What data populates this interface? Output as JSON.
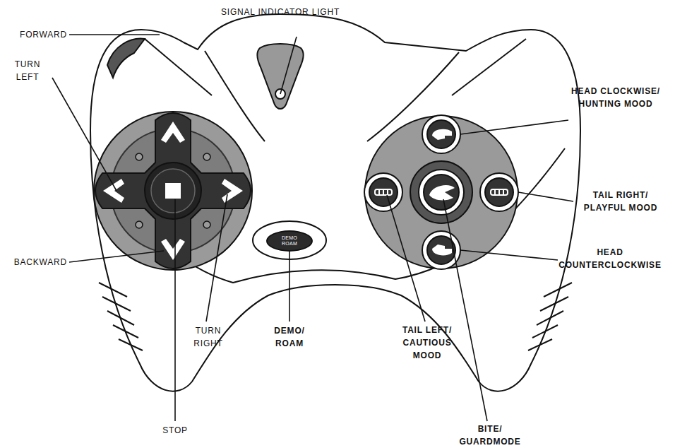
{
  "diagram": {
    "nodes": [
      {
        "text": [
          "DEMO ROAM"
        ]
      }
    ],
    "labels": [
      "SIGNAL INDICATOR LIGHT",
      "FORWARD",
      "TURN LEFT",
      "BACKWARD",
      "DEMO/ ROAM",
      "TURN RIGHT",
      "STOP",
      "HEAD CLOCKWISE/ HUNTING MOOD",
      "TAIL RIGHT/ PLAYFUL MOOD",
      "HEAD COUNTERCLOCKWISE",
      "TAIL LEFT/ CAUTIOUS MOOD",
      "BITE/ GUARDMODE"
    ]
  }
}
